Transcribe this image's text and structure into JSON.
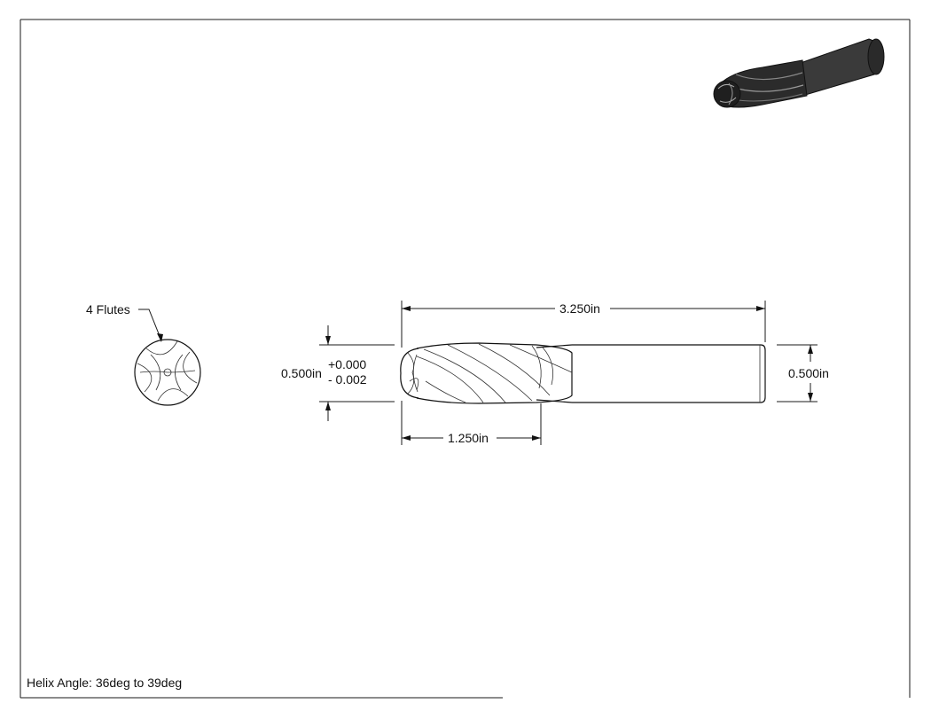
{
  "drawing": {
    "callout_flutes": "4 Flutes",
    "dim_overall_length": "3.250in",
    "dim_flute_length": "1.250in",
    "dim_cut_diameter": "0.500in",
    "tol_plus": "+0.000",
    "tol_minus": "- 0.002",
    "dim_shank_diameter": "0.500in",
    "note_helix": "Helix Angle: 36deg to 39deg"
  },
  "colors": {
    "line": "#1a1a1a",
    "iso_body": "#2b2b2b",
    "iso_shank": "#3a3a3a"
  }
}
